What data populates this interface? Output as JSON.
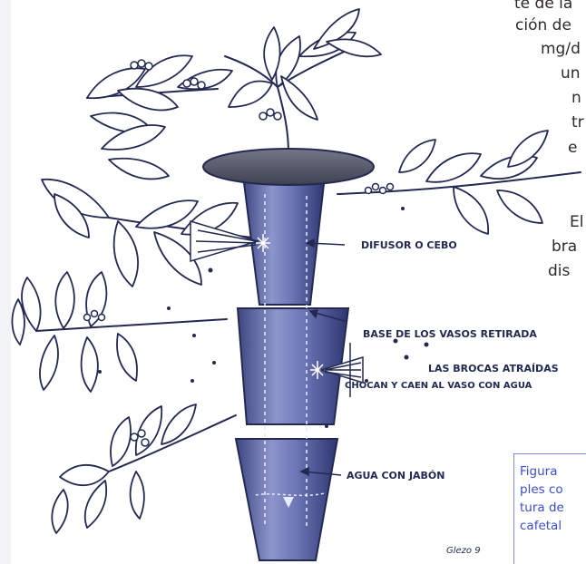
{
  "body_text": [
    "te de la",
    "ción de",
    "mg/d",
    "un",
    "n",
    "tr",
    "e",
    "El",
    "bra",
    "dis"
  ],
  "labels": {
    "diffuser": "DIFUSOR O CEBO",
    "base_removed": "BASE DE LOS VASOS RETIRADA",
    "attracted_1": "LAS BROCAS ATRAÍDAS",
    "attracted_2": "CHOCAN Y CAEN AL VASO CON AGUA",
    "soap_water": "AGUA CON JABÓN"
  },
  "signature": "Glezo 9",
  "caption": [
    "Figura",
    "ples co",
    "tura de",
    "cafetal"
  ],
  "colors": {
    "ink": "#232a52",
    "trap_fill": "#6f78b8",
    "lid": "#4f5363",
    "caption_text": "#3a4ec8",
    "caption_border": "#7d8fd0"
  }
}
